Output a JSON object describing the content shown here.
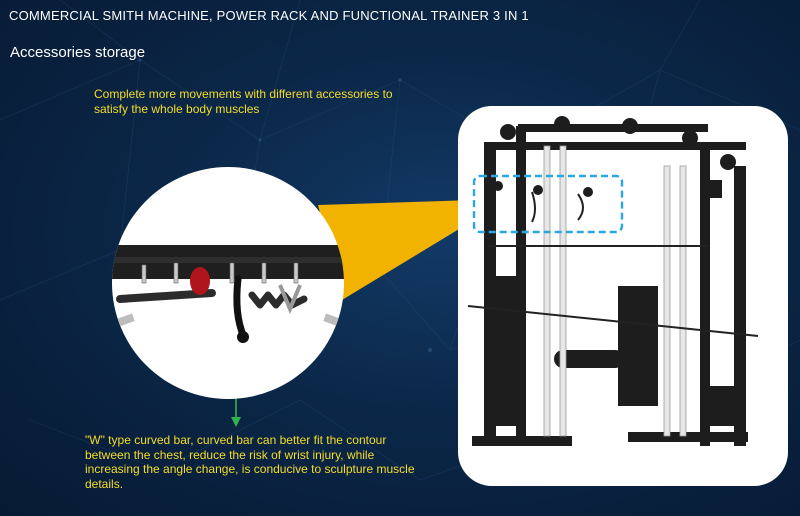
{
  "header": {
    "title": "COMMERCIAL SMITH MACHINE, POWER RACK AND FUNCTIONAL TRAINER 3 IN 1",
    "subtitle": "Accessories storage"
  },
  "captions": {
    "top": "Complete more movements with different accessories to satisfy the whole body muscles",
    "bottom": "\"W\" type curved bar, curved bar can better fit the contour between the chest, reduce the risk of wrist injury, while increasing the angle change, is conducive to sculpture muscle details."
  },
  "colors": {
    "background": "#0b2748",
    "text": "#ffffff",
    "caption": "#f5dc2a",
    "callout_wedge": "#f2b300",
    "highlight_box": "#2aa7e0",
    "arrow": "#2fb34a"
  }
}
